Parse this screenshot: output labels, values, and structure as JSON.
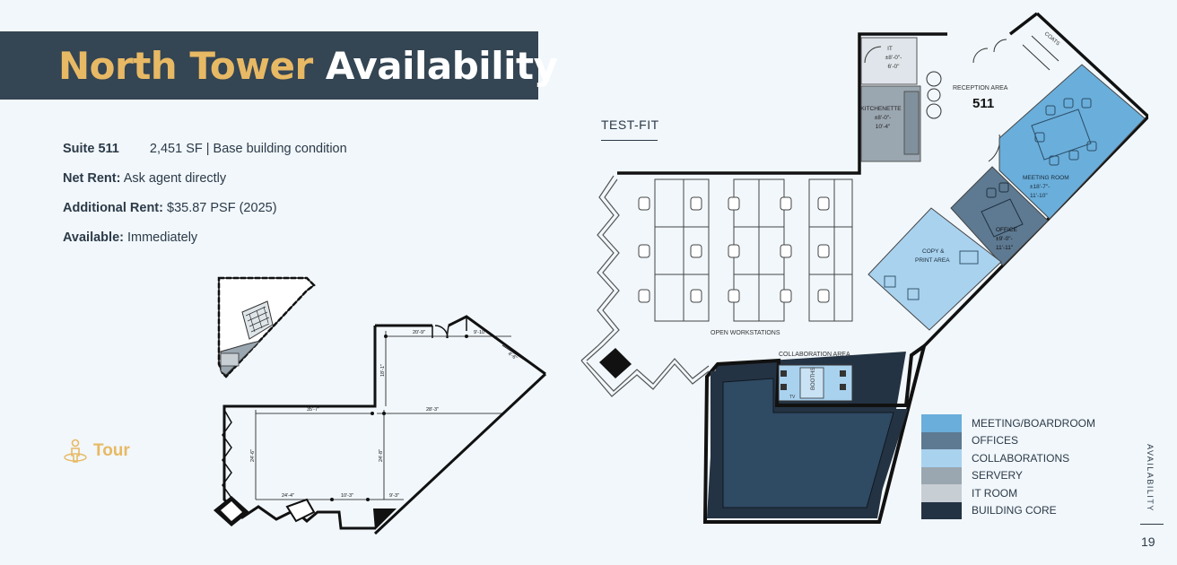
{
  "title": {
    "accent": "North Tower",
    "rest": "Availability"
  },
  "suite": {
    "label": "Suite 511",
    "size": "2,451 SF |  Base building condition",
    "net_rent_label": "Net Rent:",
    "net_rent_value": "Ask agent directly",
    "additional_rent_label": "Additional Rent:",
    "additional_rent_value": "$35.87 PSF (2025)",
    "available_label": "Available:",
    "available_value": "Immediately"
  },
  "tour": {
    "label": "Tour",
    "icon": "tour-person-icon"
  },
  "testfit": {
    "label": "TEST-FIT",
    "rooms": {
      "it": [
        "IT",
        "±8'-0\"-",
        "6'-0\""
      ],
      "kitchenette": [
        "KITCHENETTE",
        "±8'-0\"-",
        "10'-4\""
      ],
      "reception": "RECEPTION AREA",
      "suite_number": "511",
      "coats": "COATS",
      "meeting": [
        "MEETING ROOM",
        "±18'-7\"-",
        "11'-10\""
      ],
      "office": [
        "OFFICE",
        "±9'-0\"-",
        "11'-11\""
      ],
      "copy": [
        "COPY &",
        "PRINT AREA"
      ],
      "open_workstations": "OPEN WORKSTATIONS",
      "collaboration": "COLLABORATION AREA",
      "booths": "BOOTHS",
      "tv": "TV"
    }
  },
  "floorplan": {
    "dims": [
      "20'-9\"",
      "9'-10\"",
      "4'-6\"",
      "18'-1\"",
      "35'-7\"",
      "28'-3\"",
      "24'-6\"",
      "24'-8\"",
      "24'-4\"",
      "10'-3\"",
      "9'-3\""
    ]
  },
  "legend": [
    {
      "label": "MEETING/BOARDROOM",
      "color": "#6aaedb"
    },
    {
      "label": "OFFICES",
      "color": "#5e7a92"
    },
    {
      "label": "COLLABORATIONS",
      "color": "#a9d2ef"
    },
    {
      "label": "SERVERY",
      "color": "#9aa6b0"
    },
    {
      "label": "IT ROOM",
      "color": "#c7ced4"
    },
    {
      "label": "BUILDING CORE",
      "color": "#243343"
    }
  ],
  "side_label": "AVAILABILITY",
  "page_number": "19"
}
